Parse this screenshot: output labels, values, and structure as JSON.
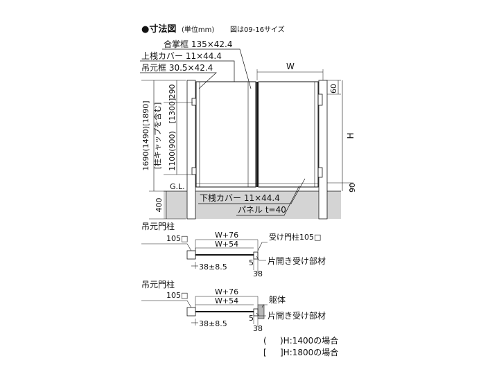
{
  "header": {
    "title": "●寸法図",
    "unit": "(単位mm)",
    "note": "図は09-16サイズ"
  },
  "labels": {
    "awase": "合掌框 135×42.4",
    "uesan": "上桟カバー 11×44.4",
    "tsurimoto_waku": "吊元框 30.5×42.4",
    "shitasan": "下桟カバー 11×44.4",
    "panel": "パネル t=40",
    "gl": "G.L.",
    "width_w": "W",
    "height_h": "H"
  },
  "dimensions": {
    "d290": "290",
    "d1300": "[1300]",
    "d1100": "1100(900)",
    "d1690": "1690(1490)[1890]",
    "d_cap": "[柱キャップを含む]",
    "d400": "400",
    "d60": "60",
    "d90": "90"
  },
  "plan1": {
    "post_left": "吊元門柱",
    "post_left_size": "105□",
    "w76": "W+76",
    "w54": "W+54",
    "post_right": "受け門柱105□",
    "stopper": "片開き受け部材",
    "d38a": "38±8.5",
    "d5": "5",
    "d38b": "38"
  },
  "plan2": {
    "post_left": "吊元門柱",
    "post_left_size": "105□",
    "w76": "W+76",
    "w54": "W+54",
    "body": "躯体",
    "stopper": "片開き受け部材",
    "d38a": "38±8.5",
    "d5": "5",
    "d38b": "38"
  },
  "legend": {
    "paren_open": "(",
    "paren_text": ")H:1400の場合",
    "bracket_open": "[",
    "bracket_text": "]H:1800の場合"
  }
}
